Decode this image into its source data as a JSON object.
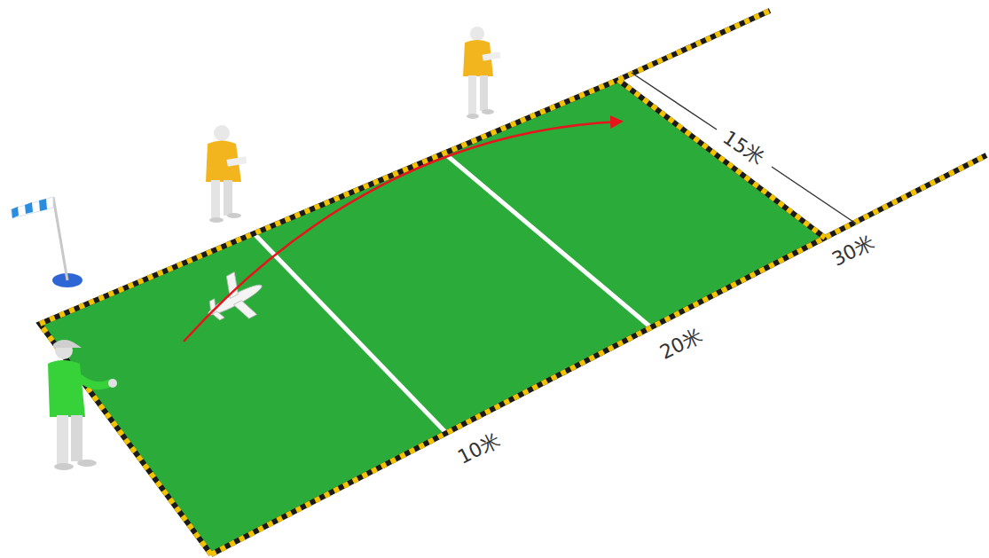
{
  "diagram": {
    "labels": [
      "15米",
      "30米",
      "20米",
      "10米"
    ]
  }
}
